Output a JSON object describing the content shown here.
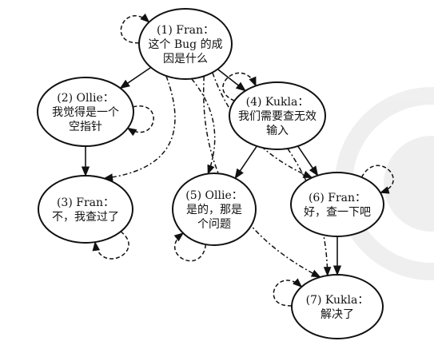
{
  "diagram": {
    "nodes": [
      {
        "id": "n1",
        "lines": [
          "(1) Fran：",
          "这个 Bug 的成",
          "因是什么"
        ]
      },
      {
        "id": "n2",
        "lines": [
          "(2) Ollie：",
          "我觉得是一个",
          "空指针"
        ]
      },
      {
        "id": "n3",
        "lines": [
          "(3) Fran：",
          "不，我查过了"
        ]
      },
      {
        "id": "n4",
        "lines": [
          "(4) Kukla：",
          "我们需要查无效",
          "输入"
        ]
      },
      {
        "id": "n5",
        "lines": [
          "(5) Ollie：",
          "是的，那是",
          "个问题"
        ]
      },
      {
        "id": "n6",
        "lines": [
          "(6) Fran：",
          "好，查一下吧"
        ]
      },
      {
        "id": "n7",
        "lines": [
          "(7) Kukla：",
          "解决了"
        ]
      }
    ],
    "edges": {
      "solid": [
        [
          "n1",
          "n2"
        ],
        [
          "n1",
          "n4"
        ],
        [
          "n2",
          "n3"
        ],
        [
          "n4",
          "n5"
        ],
        [
          "n4",
          "n6"
        ],
        [
          "n6",
          "n7"
        ]
      ],
      "dashed": [
        [
          "n1",
          "n3"
        ],
        [
          "n1",
          "n5"
        ],
        [
          "n1",
          "n6"
        ],
        [
          "n1",
          "n7"
        ],
        [
          "n4",
          "n7"
        ]
      ],
      "self_loops": [
        "n1",
        "n2",
        "n3",
        "n4",
        "n5",
        "n6",
        "n7"
      ]
    }
  }
}
